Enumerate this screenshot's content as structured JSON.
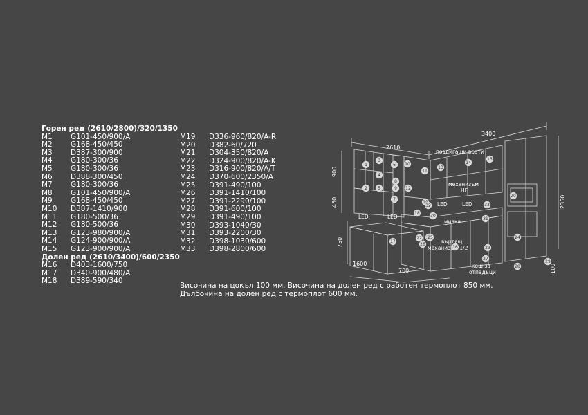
{
  "upper": {
    "heading": "Горен ред (2610/2800)/320/1350",
    "items": [
      {
        "code": "M1",
        "value": "G101-450/900/A"
      },
      {
        "code": "M2",
        "value": "G168-450/450"
      },
      {
        "code": "M3",
        "value": "D387-300/900"
      },
      {
        "code": "M4",
        "value": "G180-300/36"
      },
      {
        "code": "M5",
        "value": "G180-300/36"
      },
      {
        "code": "M6",
        "value": "D388-300/450"
      },
      {
        "code": "M7",
        "value": "G180-300/36"
      },
      {
        "code": "M8",
        "value": "G101-450/900/A"
      },
      {
        "code": "M9",
        "value": "G168-450/450"
      },
      {
        "code": "M10",
        "value": "D387-1410/900"
      },
      {
        "code": "M11",
        "value": "G180-500/36"
      },
      {
        "code": "M12",
        "value": "G180-500/36"
      },
      {
        "code": "M13",
        "value": "G123-980/900/A"
      },
      {
        "code": "M14",
        "value": "G124-900/900/A"
      },
      {
        "code": "M15",
        "value": "G123-900/900/A"
      }
    ]
  },
  "lower": {
    "heading": "Долен ред (2610/3400)/600/2350",
    "items": [
      {
        "code": "M16",
        "value": "D403-1600/750"
      },
      {
        "code": "M17",
        "value": "D340-900/480/A"
      },
      {
        "code": "M18",
        "value": "D389-590/340"
      }
    ]
  },
  "column2": [
    {
      "code": "M19",
      "value": "D336-960/820/A-R"
    },
    {
      "code": "M20",
      "value": "D382-60/720"
    },
    {
      "code": "M21",
      "value": "D304-350/820/A"
    },
    {
      "code": "M22",
      "value": "D324-900/820/A-K"
    },
    {
      "code": "M23",
      "value": "D316-900/820/A/T"
    },
    {
      "code": "M24",
      "value": "D370-600/2350/A"
    },
    {
      "code": "M25",
      "value": "D391-490/100"
    },
    {
      "code": "M26",
      "value": "D391-1410/100"
    },
    {
      "code": "M27",
      "value": "D391-2290/100"
    },
    {
      "code": "M28",
      "value": "D391-600/100"
    },
    {
      "code": "M29",
      "value": "D391-490/100"
    },
    {
      "code": "M30",
      "value": "D393-1040/30"
    },
    {
      "code": "M31",
      "value": "D393-2200/30"
    },
    {
      "code": "M32",
      "value": "D398-1030/600"
    },
    {
      "code": "M33",
      "value": "D398-2800/600"
    }
  ],
  "notes": [
    "Височина на цокъл 100 мм. Височина на долен ред с работен термоплот 850 мм.",
    "Дълбочина на долен ред с термоплот 600 мм."
  ],
  "diagram": {
    "dimensions": {
      "top_left": "2610",
      "top_right": "3400",
      "upper_height": "900",
      "mid_height": "450",
      "total_height": "2350",
      "island_height": "750",
      "island_length": "1600",
      "island_depth": "700",
      "plinth": "100"
    },
    "labels": {
      "lift_doors": "повдигащи врати",
      "mechanism_hf_1": "механизъм",
      "mechanism_hf_2": "HF",
      "led": "LED",
      "sink": "мивка",
      "rotating_1": "въртящ",
      "rotating_2": "механизъм 1/2",
      "bin_1": "кош за",
      "bin_2": "отпадъци"
    },
    "markers": [
      "1",
      "2",
      "3",
      "4",
      "5",
      "6",
      "7",
      "8",
      "9",
      "10",
      "11",
      "12",
      "13",
      "14",
      "15",
      "16",
      "17",
      "18",
      "19",
      "20",
      "21",
      "22",
      "23",
      "24",
      "25",
      "26",
      "27",
      "28",
      "29",
      "30",
      "31",
      "32",
      "33"
    ]
  }
}
